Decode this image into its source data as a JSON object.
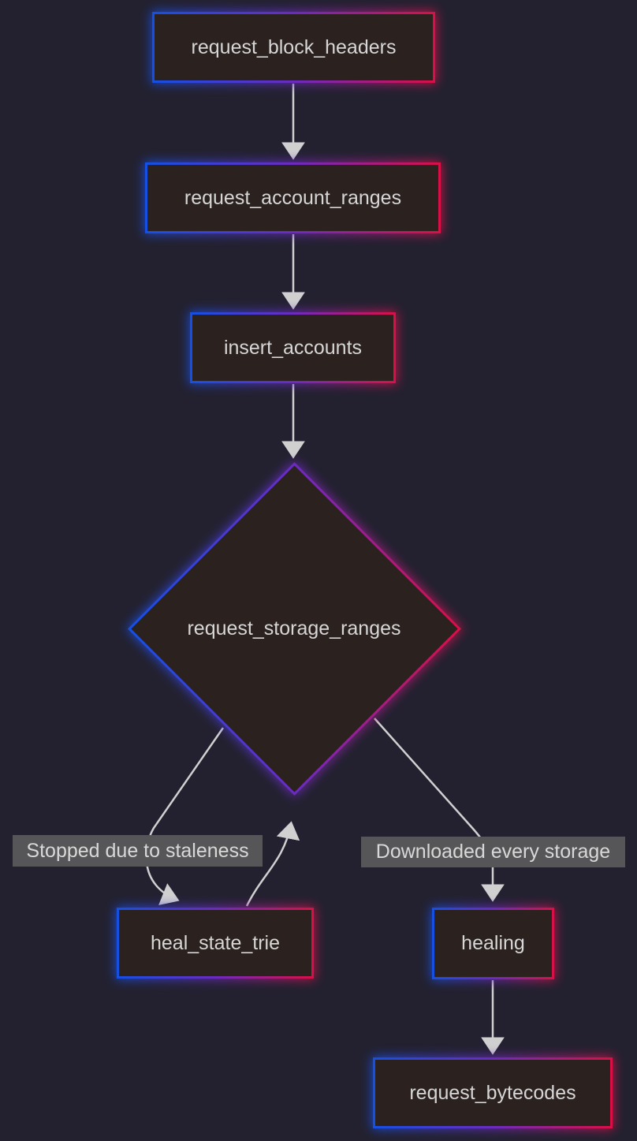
{
  "diagram": {
    "type": "flowchart",
    "direction": "top-down",
    "nodes": {
      "request_block_headers": {
        "label": "request_block_headers",
        "shape": "rect"
      },
      "request_account_ranges": {
        "label": "request_account_ranges",
        "shape": "rect"
      },
      "insert_accounts": {
        "label": "insert_accounts",
        "shape": "rect"
      },
      "request_storage_ranges": {
        "label": "request_storage_ranges",
        "shape": "diamond"
      },
      "heal_state_trie": {
        "label": "heal_state_trie",
        "shape": "rect"
      },
      "healing": {
        "label": "healing",
        "shape": "rect"
      },
      "request_bytecodes": {
        "label": "request_bytecodes",
        "shape": "rect"
      }
    },
    "edges": [
      {
        "from": "request_block_headers",
        "to": "request_account_ranges",
        "label": ""
      },
      {
        "from": "request_account_ranges",
        "to": "insert_accounts",
        "label": ""
      },
      {
        "from": "insert_accounts",
        "to": "request_storage_ranges",
        "label": ""
      },
      {
        "from": "request_storage_ranges",
        "to": "heal_state_trie",
        "label": "Stopped due to staleness"
      },
      {
        "from": "heal_state_trie",
        "to": "request_storage_ranges",
        "label": ""
      },
      {
        "from": "request_storage_ranges",
        "to": "healing",
        "label": "Downloaded every storage"
      },
      {
        "from": "healing",
        "to": "request_bytecodes",
        "label": ""
      }
    ],
    "theme": {
      "bg": "#232130",
      "node_fill": "#2b2220",
      "node_text": "#d6d6d6",
      "grad_blue": "#1550e2",
      "grad_purple": "#6b2bbf",
      "grad_red": "#d91046",
      "edge_color": "#d0d0d0",
      "label_bg": "#565658",
      "label_text": "#d8d8d8"
    }
  }
}
